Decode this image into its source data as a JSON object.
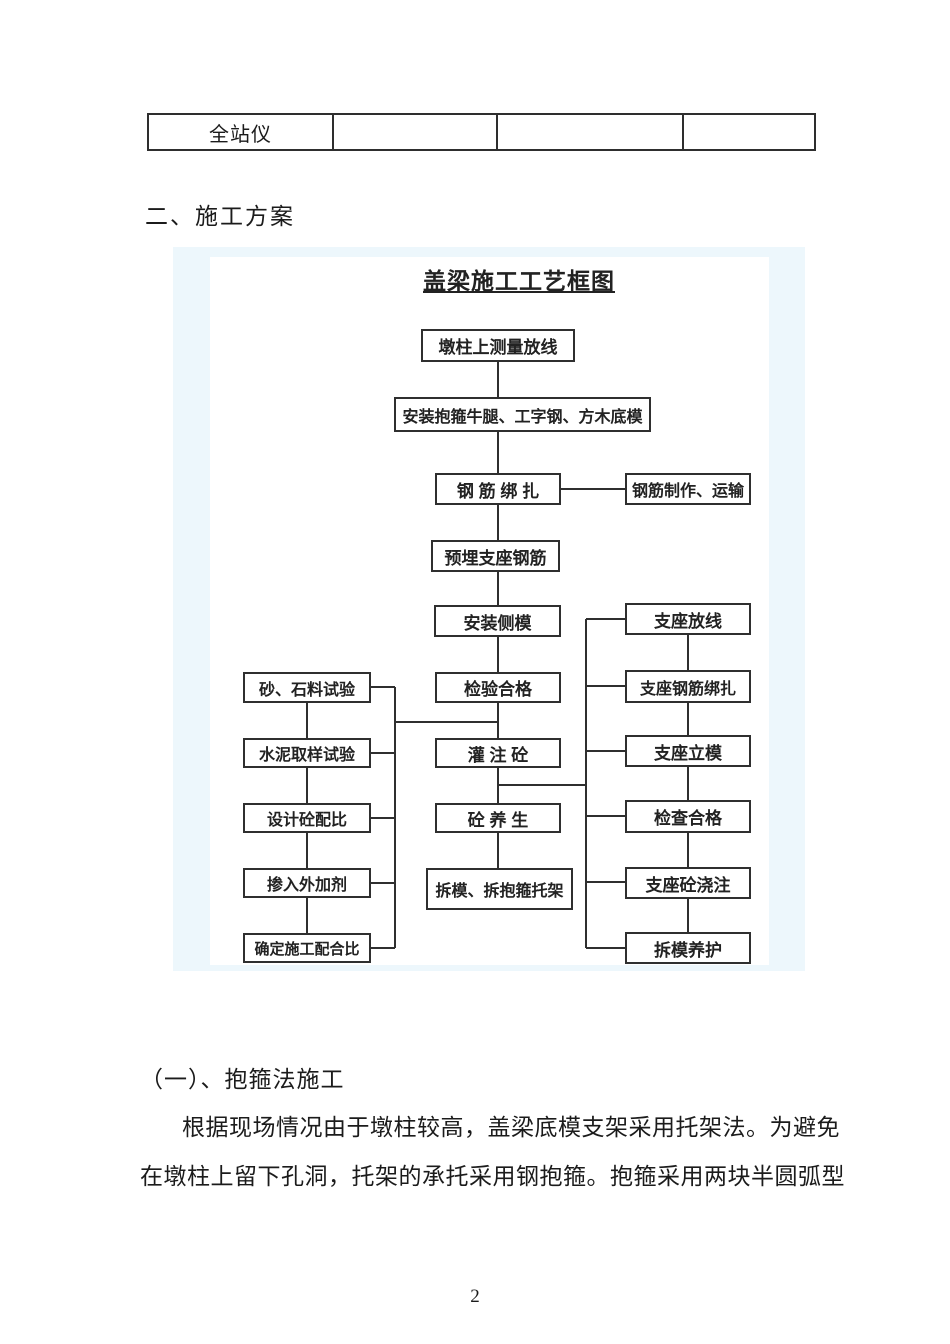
{
  "document": {
    "page_number": "2",
    "heading": "二、施工方案",
    "subheading": "（一）、抱箍法施工",
    "paragraph_line_1": "根据现场情况由于墩柱较高，盖梁底模支架采用托架法。为避免",
    "paragraph_line_2": "在墩柱上留下孔洞，托架的承托采用钢抱箍。抱箍采用两块半圆弧型"
  },
  "equipment_table": {
    "rows": [
      {
        "cells": [
          "全站仪",
          "",
          "",
          ""
        ]
      }
    ]
  },
  "flowchart": {
    "title": "盖梁施工工艺框图",
    "main_flow": [
      "墩柱上测量放线",
      "安装抱箍牛腿、工字钢、方木底模",
      "钢 筋 绑 扎",
      "预埋支座钢筋",
      "安装侧模",
      "检验合格",
      "灌 注 砼",
      "砼 养 生",
      "拆模、拆抱箍托架"
    ],
    "rebar_side": "钢筋制作、运输",
    "mix_branch": [
      "砂、石料试验",
      "水泥取样试验",
      "设计砼配比",
      "掺入外加剂",
      "确定施工配合比"
    ],
    "bearing_branch": [
      "支座放线",
      "支座钢筋绑扎",
      "支座立模",
      "检查合格",
      "支座砼浇注",
      "拆模养护"
    ]
  },
  "colors": {
    "chart_background": "#edf7fc",
    "line_color": "#2f2f2f",
    "text_color": "#1b1b1b"
  }
}
